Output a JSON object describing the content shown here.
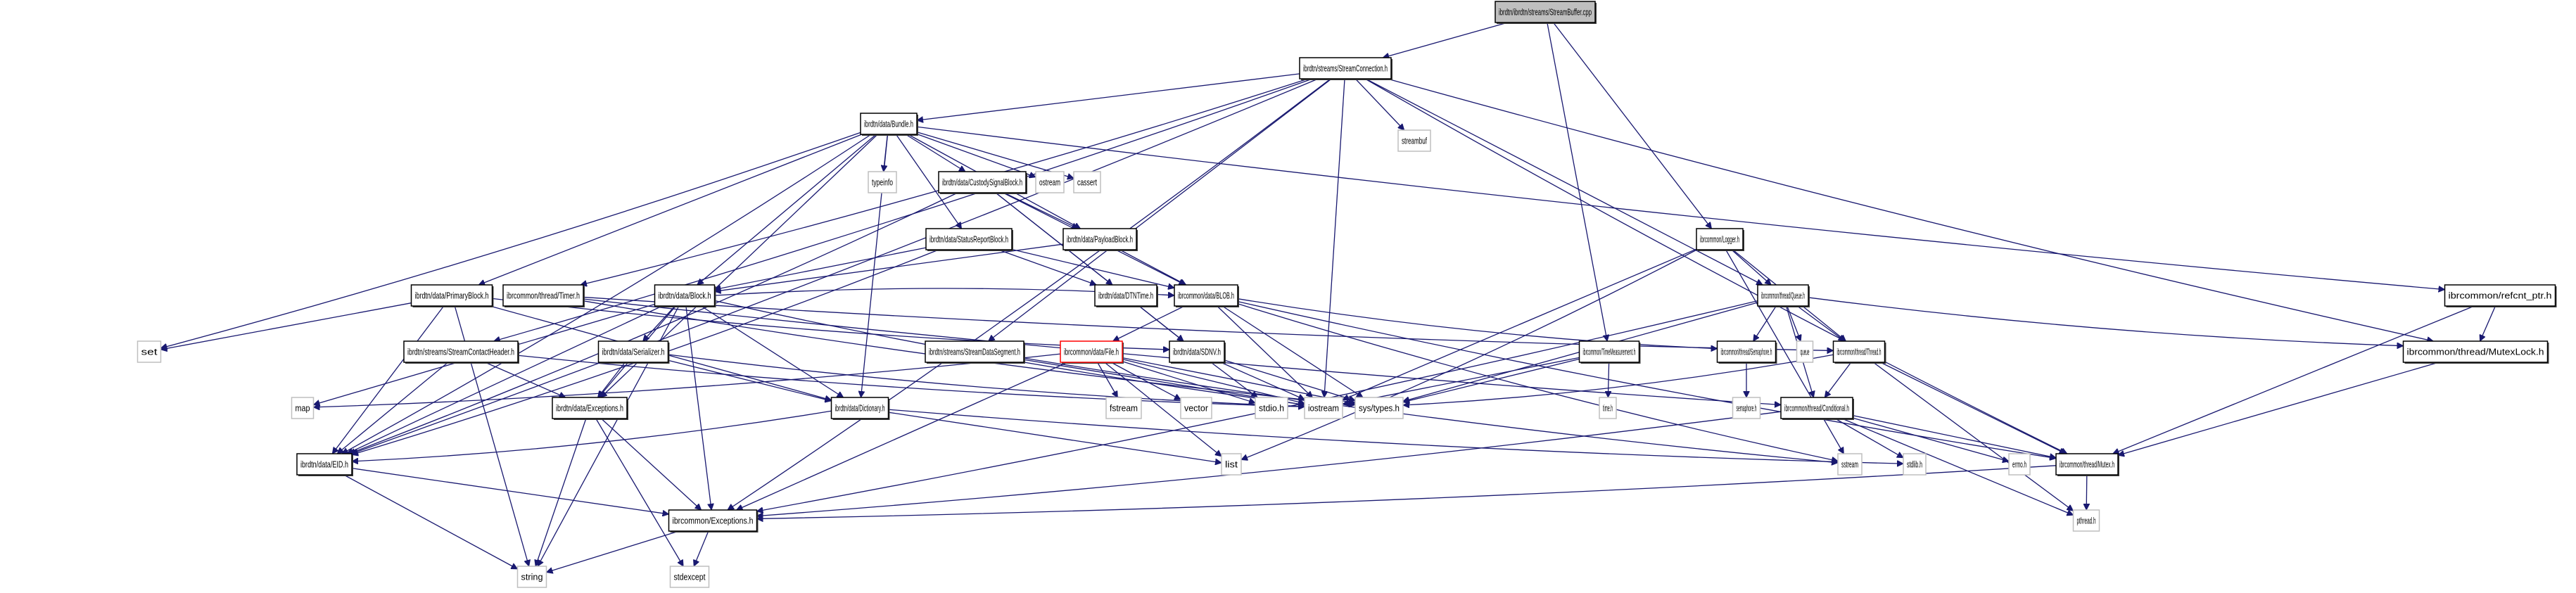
{
  "title": "ibrdtn/ibrdtn/streams/StreamBuffer.cpp include dependency graph",
  "colors": {
    "edge": "#191970",
    "root_fill": "#bfbfbf",
    "highlight_border": "#ff0000",
    "system_border": "#bfbfbf"
  },
  "nodes": [
    {
      "id": "root",
      "label": "ibrdtn/ibrdtn/streams/StreamBuffer.cpp",
      "kind": "root"
    },
    {
      "id": "streamconnection",
      "label": "ibrdtn/streams/StreamConnection.h",
      "kind": "doc"
    },
    {
      "id": "bundle",
      "label": "ibrdtn/data/Bundle.h",
      "kind": "doc"
    },
    {
      "id": "streambuf",
      "label": "streambuf",
      "kind": "sys"
    },
    {
      "id": "typeinfo",
      "label": "typeinfo",
      "kind": "sys"
    },
    {
      "id": "custodysignal",
      "label": "ibrdtn/data/CustodySignalBlock.h",
      "kind": "doc"
    },
    {
      "id": "ostream",
      "label": "ostream",
      "kind": "sys"
    },
    {
      "id": "cassert",
      "label": "cassert",
      "kind": "sys"
    },
    {
      "id": "statusreport",
      "label": "ibrdtn/data/StatusReportBlock.h",
      "kind": "doc"
    },
    {
      "id": "payload",
      "label": "ibrdtn/data/PayloadBlock.h",
      "kind": "doc"
    },
    {
      "id": "logger",
      "label": "ibrcommon/Logger.h",
      "kind": "doc"
    },
    {
      "id": "primary",
      "label": "ibrdtn/data/PrimaryBlock.h",
      "kind": "doc"
    },
    {
      "id": "timer",
      "label": "ibrcommon/thread/Timer.h",
      "kind": "doc"
    },
    {
      "id": "block",
      "label": "ibrdtn/data/Block.h",
      "kind": "doc"
    },
    {
      "id": "dtntime",
      "label": "ibrdtn/data/DTNTime.h",
      "kind": "doc"
    },
    {
      "id": "blob",
      "label": "ibrcommon/data/BLOB.h",
      "kind": "doc"
    },
    {
      "id": "queue",
      "label": "ibrcommon/thread/Queue.h",
      "kind": "doc"
    },
    {
      "id": "refcnt",
      "label": "ibrcommon/refcnt_ptr.h",
      "kind": "doc"
    },
    {
      "id": "set",
      "label": "set",
      "kind": "sys"
    },
    {
      "id": "contactheader",
      "label": "ibrdtn/streams/StreamContactHeader.h",
      "kind": "doc"
    },
    {
      "id": "serializer",
      "label": "ibrdtn/data/Serializer.h",
      "kind": "doc"
    },
    {
      "id": "datasegment",
      "label": "ibrdtn/streams/StreamDataSegment.h",
      "kind": "doc"
    },
    {
      "id": "file",
      "label": "ibrcommon/data/File.h",
      "kind": "highlight"
    },
    {
      "id": "sdnv",
      "label": "ibrdtn/data/SDNV.h",
      "kind": "doc"
    },
    {
      "id": "timemeasure",
      "label": "ibrcommon/TimeMeasurement.h",
      "kind": "doc"
    },
    {
      "id": "semaphore",
      "label": "ibrcommon/thread/Semaphore.h",
      "kind": "doc"
    },
    {
      "id": "queuesys",
      "label": "queue",
      "kind": "sys"
    },
    {
      "id": "thread",
      "label": "ibrcommon/thread/Thread.h",
      "kind": "doc"
    },
    {
      "id": "mutexlock",
      "label": "ibrcommon/thread/MutexLock.h",
      "kind": "doc"
    },
    {
      "id": "map",
      "label": "map",
      "kind": "sys"
    },
    {
      "id": "dataexceptions",
      "label": "ibrdtn/data/Exceptions.h",
      "kind": "doc"
    },
    {
      "id": "dictionary",
      "label": "ibrdtn/data/Dictionary.h",
      "kind": "doc"
    },
    {
      "id": "fstream",
      "label": "fstream",
      "kind": "sys"
    },
    {
      "id": "vector",
      "label": "vector",
      "kind": "sys"
    },
    {
      "id": "stdio",
      "label": "stdio.h",
      "kind": "sys"
    },
    {
      "id": "iostream",
      "label": "iostream",
      "kind": "sys"
    },
    {
      "id": "systypes",
      "label": "sys/types.h",
      "kind": "sys"
    },
    {
      "id": "timeh",
      "label": "time.h",
      "kind": "sys"
    },
    {
      "id": "semaphoreh",
      "label": "semaphore.h",
      "kind": "sys"
    },
    {
      "id": "conditional",
      "label": "ibrcommon/thread/Conditional.h",
      "kind": "doc"
    },
    {
      "id": "eid",
      "label": "ibrdtn/data/EID.h",
      "kind": "doc"
    },
    {
      "id": "list",
      "label": "list",
      "kind": "sys"
    },
    {
      "id": "sstream",
      "label": "sstream",
      "kind": "sys"
    },
    {
      "id": "stdlib",
      "label": "stdlib.h",
      "kind": "sys"
    },
    {
      "id": "errno",
      "label": "errno.h",
      "kind": "sys"
    },
    {
      "id": "mutex",
      "label": "ibrcommon/thread/Mutex.h",
      "kind": "doc"
    },
    {
      "id": "commonexceptions",
      "label": "ibrcommon/Exceptions.h",
      "kind": "doc"
    },
    {
      "id": "pthread",
      "label": "pthread.h",
      "kind": "sys"
    },
    {
      "id": "string",
      "label": "string",
      "kind": "sys"
    },
    {
      "id": "stdexcept",
      "label": "stdexcept",
      "kind": "sys"
    }
  ],
  "edges": [
    [
      "root",
      "streamconnection"
    ],
    [
      "root",
      "logger"
    ],
    [
      "root",
      "timemeasure"
    ],
    [
      "streamconnection",
      "bundle"
    ],
    [
      "streamconnection",
      "streambuf"
    ],
    [
      "streamconnection",
      "timer"
    ],
    [
      "streamconnection",
      "contactheader"
    ],
    [
      "streamconnection",
      "datasegment"
    ],
    [
      "streamconnection",
      "queue"
    ],
    [
      "streamconnection",
      "mutexlock"
    ],
    [
      "streamconnection",
      "mutex"
    ],
    [
      "streamconnection",
      "commonexceptions"
    ],
    [
      "streamconnection",
      "iostream"
    ],
    [
      "streamconnection",
      "eid"
    ],
    [
      "bundle",
      "typeinfo"
    ],
    [
      "bundle",
      "custodysignal"
    ],
    [
      "bundle",
      "ostream"
    ],
    [
      "bundle",
      "cassert"
    ],
    [
      "bundle",
      "statusreport"
    ],
    [
      "bundle",
      "payload"
    ],
    [
      "bundle",
      "primary"
    ],
    [
      "bundle",
      "block"
    ],
    [
      "bundle",
      "refcnt"
    ],
    [
      "bundle",
      "set"
    ],
    [
      "bundle",
      "dictionary"
    ],
    [
      "bundle",
      "eid"
    ],
    [
      "bundle",
      "dataexceptions"
    ],
    [
      "custodysignal",
      "payload"
    ],
    [
      "custodysignal",
      "dtntime"
    ],
    [
      "custodysignal",
      "sdnv"
    ],
    [
      "custodysignal",
      "blob"
    ],
    [
      "custodysignal",
      "eid"
    ],
    [
      "statusreport",
      "block"
    ],
    [
      "statusreport",
      "dtntime"
    ],
    [
      "statusreport",
      "blob"
    ],
    [
      "statusreport",
      "eid"
    ],
    [
      "payload",
      "block"
    ],
    [
      "payload",
      "blob"
    ],
    [
      "logger",
      "queue"
    ],
    [
      "logger",
      "thread"
    ],
    [
      "logger",
      "iostream"
    ],
    [
      "logger",
      "sstream"
    ],
    [
      "logger",
      "list"
    ],
    [
      "primary",
      "eid"
    ],
    [
      "primary",
      "sdnv"
    ],
    [
      "primary",
      "dictionary"
    ],
    [
      "primary",
      "set"
    ],
    [
      "primary",
      "string"
    ],
    [
      "timer",
      "thread"
    ],
    [
      "timer",
      "conditional"
    ],
    [
      "timer",
      "systypes"
    ],
    [
      "block",
      "serializer"
    ],
    [
      "block",
      "dataexceptions"
    ],
    [
      "block",
      "dictionary"
    ],
    [
      "block",
      "eid"
    ],
    [
      "block",
      "blob"
    ],
    [
      "block",
      "commonexceptions"
    ],
    [
      "block",
      "map"
    ],
    [
      "block",
      "string"
    ],
    [
      "block",
      "iostream"
    ],
    [
      "dtntime",
      "sdnv"
    ],
    [
      "blob",
      "file"
    ],
    [
      "blob",
      "semaphore"
    ],
    [
      "blob",
      "mutex"
    ],
    [
      "blob",
      "iostream"
    ],
    [
      "blob",
      "systypes"
    ],
    [
      "blob",
      "sstream"
    ],
    [
      "queue",
      "semaphore"
    ],
    [
      "queue",
      "queuesys"
    ],
    [
      "queue",
      "thread"
    ],
    [
      "queue",
      "mutexlock"
    ],
    [
      "queue",
      "conditional"
    ],
    [
      "queue",
      "commonexceptions"
    ],
    [
      "queue",
      "systypes"
    ],
    [
      "refcnt",
      "mutexlock"
    ],
    [
      "refcnt",
      "mutex"
    ],
    [
      "contactheader",
      "eid"
    ],
    [
      "contactheader",
      "dataexceptions"
    ],
    [
      "contactheader",
      "iostream"
    ],
    [
      "serializer",
      "dataexceptions"
    ],
    [
      "serializer",
      "dictionary"
    ],
    [
      "serializer",
      "iostream"
    ],
    [
      "datasegment",
      "iostream"
    ],
    [
      "datasegment",
      "sstream"
    ],
    [
      "file",
      "fstream"
    ],
    [
      "file",
      "vector"
    ],
    [
      "file",
      "stdio"
    ],
    [
      "file",
      "iostream"
    ],
    [
      "file",
      "systypes"
    ],
    [
      "file",
      "list"
    ],
    [
      "file",
      "map"
    ],
    [
      "file",
      "commonexceptions"
    ],
    [
      "sdnv",
      "stdio"
    ],
    [
      "sdnv",
      "iostream"
    ],
    [
      "sdnv",
      "systypes"
    ],
    [
      "timemeasure",
      "timeh"
    ],
    [
      "timemeasure",
      "iostream"
    ],
    [
      "timemeasure",
      "systypes"
    ],
    [
      "semaphore",
      "semaphoreh"
    ],
    [
      "thread",
      "conditional"
    ],
    [
      "thread",
      "mutex"
    ],
    [
      "thread",
      "pthread"
    ],
    [
      "thread",
      "systypes"
    ],
    [
      "mutexlock",
      "mutex"
    ],
    [
      "dataexceptions",
      "commonexceptions"
    ],
    [
      "dataexceptions",
      "string"
    ],
    [
      "dataexceptions",
      "stdexcept"
    ],
    [
      "dictionary",
      "eid"
    ],
    [
      "dictionary",
      "list"
    ],
    [
      "dictionary",
      "stdlib"
    ],
    [
      "conditional",
      "mutex"
    ],
    [
      "conditional",
      "stdlib"
    ],
    [
      "conditional",
      "errno"
    ],
    [
      "conditional",
      "pthread"
    ],
    [
      "conditional",
      "commonexceptions"
    ],
    [
      "eid",
      "commonexceptions"
    ],
    [
      "eid",
      "string"
    ],
    [
      "mutex",
      "commonexceptions"
    ],
    [
      "mutex",
      "pthread"
    ],
    [
      "commonexceptions",
      "string"
    ],
    [
      "commonexceptions",
      "stdexcept"
    ]
  ]
}
